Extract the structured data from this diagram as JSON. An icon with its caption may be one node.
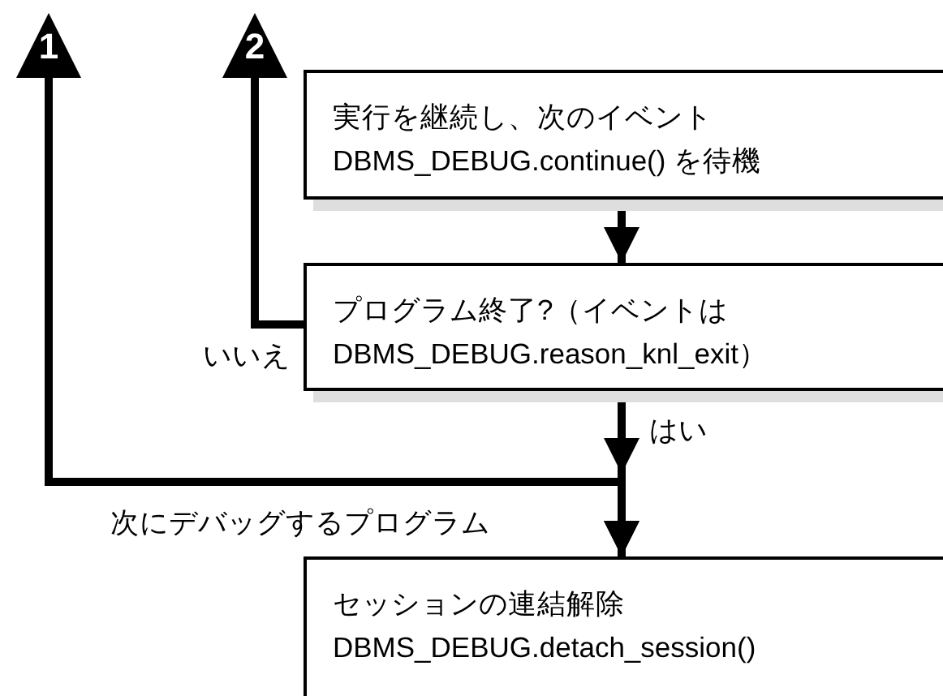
{
  "diagram": {
    "nodes": [
      {
        "text": [
          "1"
        ]
      },
      {
        "text": [
          "2"
        ]
      },
      {
        "text": [
          "実行を継続し、次のイベント",
          "DBMS_DEBUG.continue() を待機"
        ]
      },
      {
        "text": [
          "プログラム終了?（イベントは",
          "DBMS_DEBUG.reason_knl_exit）"
        ]
      },
      {
        "text": [
          "セッションの連結解除",
          "DBMS_DEBUG.detach_session()"
        ]
      }
    ],
    "edges": [
      {
        "from": 2,
        "to": 3,
        "arrow": "to"
      },
      {
        "from": 3,
        "to": 1,
        "arrow": "to",
        "label": "いいえ"
      },
      {
        "from": 3,
        "to": 4,
        "arrow": "to",
        "label": "はい"
      },
      {
        "from": 4,
        "to": 0,
        "arrow": "both",
        "label": "次にデバッグするプログラム"
      }
    ]
  }
}
